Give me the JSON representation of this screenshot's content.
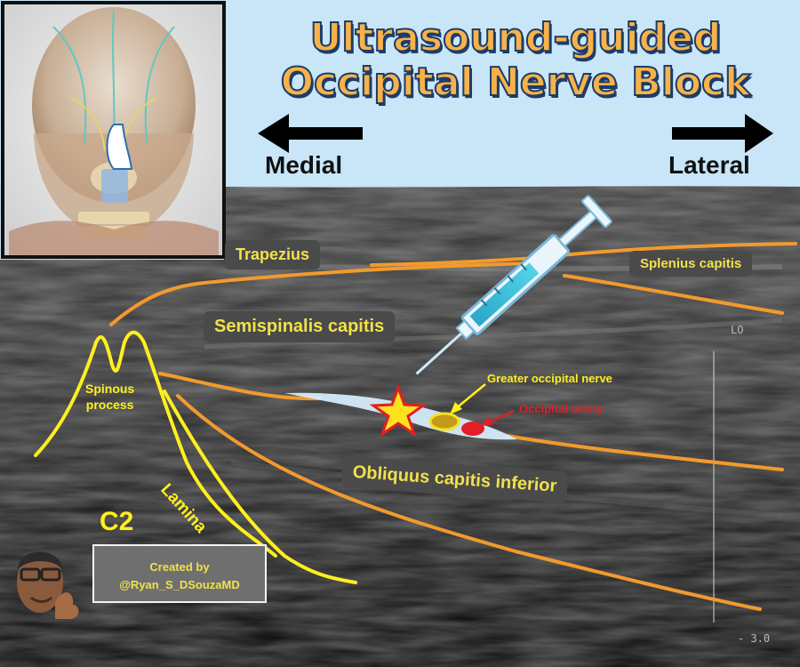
{
  "title": {
    "line1": "Ultrasound-guided",
    "line2": "Occipital Nerve Block"
  },
  "directions": {
    "medial": "Medial",
    "lateral": "Lateral"
  },
  "labels": {
    "trapezius": "Trapezius",
    "splenius": "Splenius capitis",
    "semispinalis": "Semispinalis capitis",
    "spinous_line1": "Spinous",
    "spinous_line2": "process",
    "lamina": "Lamina",
    "greater_occipital_nerve": "Greater occipital nerve",
    "occipital_artery": "Occipital artery",
    "obliquus": "Obliquus capitis inferior",
    "c2": "C2"
  },
  "credit": {
    "line1": "Created by",
    "line2": "@Ryan_S_DSouzaMD"
  },
  "icons": [
    "skull-illustration",
    "syringe-icon",
    "star-marker-icon",
    "arrow-left-icon",
    "arrow-right-icon",
    "memoji-avatar"
  ],
  "colors": {
    "background": "#c9e6f8",
    "title_fill": "#f7b24a",
    "title_outline": "#1f3c66",
    "muscle_outline": "#f29a2e",
    "bone_outline": "#ffef1f",
    "label_text": "#f1e14a",
    "artery": "#e21e26",
    "nerve": "#c49a1a",
    "injectate": "#d8f0ff"
  }
}
